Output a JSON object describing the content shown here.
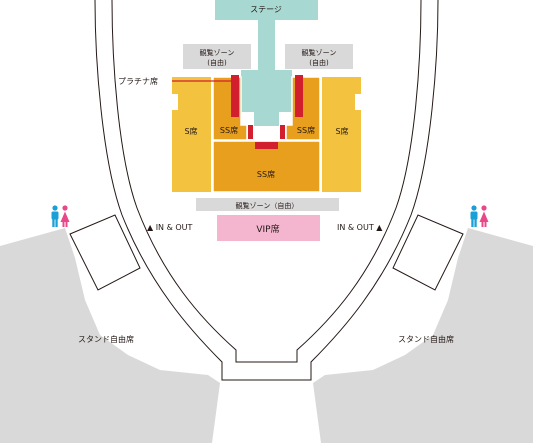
{
  "colors": {
    "stage": "#a8d8d2",
    "view_zone": "#d9d9d9",
    "s_seat": "#f3c23f",
    "ss_seat": "#e89f1e",
    "platinum": "#d11f2e",
    "vip": "#f4b5cf",
    "stand": "#d9d9d9",
    "wall": "#231815",
    "restroom_male": "#1aa0d6",
    "restroom_female": "#e8488a"
  },
  "labels": {
    "stage": "ステージ",
    "view_zone_left_line1": "観覧ゾーン",
    "view_zone_left_line2": "(自由)",
    "view_zone_right_line1": "観覧ゾーン",
    "view_zone_right_line2": "(自由)",
    "platinum": "プラチナ席",
    "s_left": "S席",
    "s_right": "S席",
    "ss_left": "SS席",
    "ss_right": "SS席",
    "ss_center": "SS席",
    "view_zone_center": "観覧ゾーン（自由）",
    "vip": "VIP席",
    "in_out_left": "▲ IN & OUT",
    "in_out_right": "IN & OUT ▲",
    "stand_left": "スタンド自由席",
    "stand_right": "スタンド自由席"
  }
}
